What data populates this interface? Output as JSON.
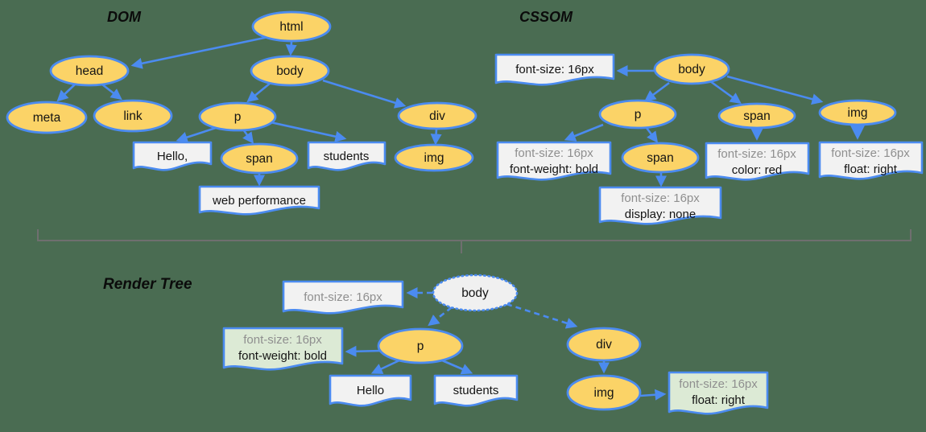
{
  "titles": {
    "dom": "DOM",
    "cssom": "CSSOM",
    "render": "Render Tree"
  },
  "colors": {
    "background": "#4a6c52",
    "node_fill": "#fbd367",
    "stroke_blue": "#4b8bf0",
    "box_fill": "#f2f2f2",
    "green_fill": "#dcead5",
    "render_body_fill": "#f0f0f0",
    "muted_text": "#8f8f8f",
    "divider": "#6f6f6f"
  },
  "dom": {
    "html": "html",
    "head": "head",
    "body": "body",
    "meta": "meta",
    "link": "link",
    "p": "p",
    "div": "div",
    "span": "span",
    "img": "img",
    "hello": "Hello,",
    "students": "students",
    "webperf": "web performance"
  },
  "cssom": {
    "body": "body",
    "p": "p",
    "span": "span",
    "img": "img",
    "span_child": "span",
    "body_rule": "font-size: 16px",
    "p_rule_inherited": "font-size: 16px",
    "p_rule": "font-weight: bold",
    "span_child_rule_inherited": "font-size: 16px",
    "span_child_rule": "display: none",
    "span_rule_inherited": "font-size: 16px",
    "span_rule": "color: red",
    "img_rule_inherited": "font-size: 16px",
    "img_rule": "float: right"
  },
  "render": {
    "body": "body",
    "p": "p",
    "div": "div",
    "img": "img",
    "hello": "Hello",
    "students": "students",
    "body_rule": "font-size: 16px",
    "p_rule_inherited": "font-size: 16px",
    "p_rule": "font-weight: bold",
    "img_rule_inherited": "font-size: 16px",
    "img_rule": "float: right"
  }
}
